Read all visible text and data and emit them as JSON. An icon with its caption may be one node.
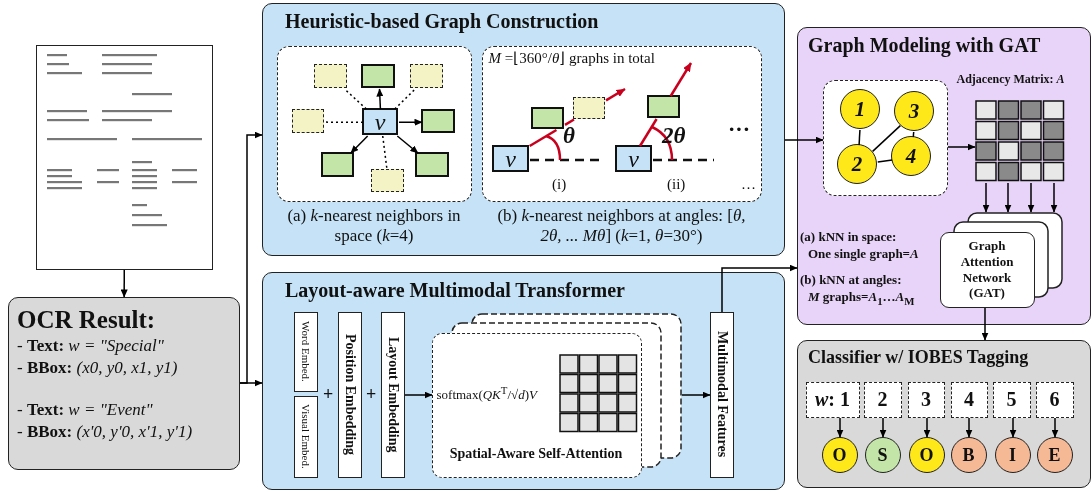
{
  "diagram": {
    "nodes": [
      {
        "text": [],
        "shape": "picture"
      },
      {
        "text": [
          "OCR Result:",
          "- **Text:** *w = \"Special\"*",
          "- **BBox:** *(x0, y0, x1, y1)*",
          "- **Text:** *w = \"Event\"*",
          "- **BBox:** *(x'0, y'0, x'1, y'1)*"
        ]
      },
      {
        "text": [
          "Heuristic-based Graph Construction"
        ]
      },
      {
        "text": [],
        "shape": "box",
        "in": 2,
        "beside": [
          "(a) *k*-nearest neighbors in space (*k*=4)"
        ]
      },
      {
        "text": [],
        "shape": "box",
        "in": 3
      },
      {
        "text": [],
        "shape": "box",
        "in": 3
      },
      {
        "text": [],
        "shape": "box",
        "in": 3
      },
      {
        "text": [],
        "shape": "box",
        "in": 3
      },
      {
        "text": [
          "v"
        ],
        "in": 3
      },
      {
        "text": [],
        "shape": "box",
        "in": 3
      },
      {
        "text": [],
        "shape": "box",
        "in": 3
      },
      {
        "text": [],
        "shape": "box",
        "in": 3
      },
      {
        "text": [],
        "shape": "box",
        "in": 3
      },
      {
        "text": [
          "*M* =⌊360°/*θ*⌋ graphs in total"
        ],
        "in": 2,
        "beside": [
          "(b) *k*-nearest neighbors at angles: [*θ, 2θ, ... Mθ*] (*k*=1, *θ*=30°)"
        ]
      },
      {
        "text": [
          "v"
        ],
        "in": 13
      },
      {
        "text": [],
        "shape": "box",
        "in": 13
      },
      {
        "text": [],
        "shape": "box",
        "in": 13
      },
      {
        "text": [
          "v"
        ],
        "in": 13
      },
      {
        "text": [],
        "shape": "box",
        "in": 13
      },
      {
        "text": [
          "Layout-aware Multimodal Transformer"
        ]
      },
      {
        "text": [
          "Word Embed."
        ],
        "in": 19
      },
      {
        "text": [
          "Visual Embed."
        ],
        "in": 19
      },
      {
        "text": [
          "Position Embedding"
        ],
        "in": 19
      },
      {
        "text": [
          "Layout Embedding"
        ],
        "in": 19
      },
      {
        "text": [
          "softmax(*QK*$^{T}$/√*d*)*V*",
          "Spatial-Aware Self-Attention"
        ],
        "in": 19
      },
      {
        "text": [
          "Multimodal Features"
        ],
        "in": 19
      },
      {
        "text": [
          "Graph Modeling with GAT"
        ]
      },
      {
        "text": [],
        "shape": "box",
        "in": 26
      },
      {
        "text": [
          "1"
        ],
        "in": 27
      },
      {
        "text": [
          "3"
        ],
        "in": 27
      },
      {
        "text": [
          "2"
        ],
        "in": 27
      },
      {
        "text": [
          "4"
        ],
        "in": 27
      },
      {
        "text": [
          "Adjacency Matrix: *A*"
        ],
        "in": 26
      },
      {
        "text": [
          "Graph Attention Network (GAT)"
        ],
        "in": 26
      },
      {
        "text": [
          "Classifier w/ IOBES Tagging"
        ]
      },
      {
        "text": [
          "*w*: 1"
        ],
        "in": 34
      },
      {
        "text": [
          "2"
        ],
        "in": 34
      },
      {
        "text": [
          "3"
        ],
        "in": 34
      },
      {
        "text": [
          "4"
        ],
        "in": 34
      },
      {
        "text": [
          "5"
        ],
        "in": 34
      },
      {
        "text": [
          "6"
        ],
        "in": 34
      },
      {
        "text": [
          "O"
        ],
        "in": 34
      },
      {
        "text": [
          "S"
        ],
        "in": 34
      },
      {
        "text": [
          "O"
        ],
        "in": 34
      },
      {
        "text": [
          "B"
        ],
        "in": 34
      },
      {
        "text": [
          "I"
        ],
        "in": 34
      },
      {
        "text": [
          "E"
        ],
        "in": 34
      }
    ],
    "edges": [
      {
        "from": 0,
        "to": 1,
        "arrow": "to"
      },
      {
        "from": 1,
        "to": 2,
        "arrow": "to"
      },
      {
        "from": 1,
        "to": 19,
        "arrow": "to"
      },
      {
        "from": 8,
        "to": 5,
        "arrow": "to"
      },
      {
        "from": 8,
        "to": 9,
        "arrow": "to"
      },
      {
        "from": 8,
        "to": 10,
        "arrow": "to"
      },
      {
        "from": 8,
        "to": 11,
        "arrow": "to"
      },
      {
        "from": 8,
        "to": 4,
        "arrow": "none",
        "style": "dashed"
      },
      {
        "from": 8,
        "to": 6,
        "arrow": "none",
        "style": "dashed"
      },
      {
        "from": 8,
        "to": 7,
        "arrow": "none",
        "style": "dashed"
      },
      {
        "from": 8,
        "to": 12,
        "arrow": "none",
        "style": "dashed"
      },
      {
        "from": 14,
        "to": 15,
        "arrow": "none",
        "color": "#c8001e"
      },
      {
        "from": 15,
        "to": 16,
        "arrow": "none",
        "color": "#c8001e"
      },
      {
        "from": 16,
        "to": null,
        "arrow": "to",
        "color": "#c8001e"
      },
      {
        "from": 17,
        "to": 18,
        "arrow": "none",
        "color": "#c8001e"
      },
      {
        "from": 18,
        "to": null,
        "arrow": "to",
        "color": "#c8001e"
      },
      {
        "from": 23,
        "to": 24,
        "arrow": "to"
      },
      {
        "from": 24,
        "to": 25,
        "arrow": "to"
      },
      {
        "from": 25,
        "to": 26,
        "arrow": "to"
      },
      {
        "from": 2,
        "to": 27,
        "arrow": "to"
      },
      {
        "from": 28,
        "to": 30,
        "arrow": "none"
      },
      {
        "from": 29,
        "to": 30,
        "arrow": "none"
      },
      {
        "from": 30,
        "to": 31,
        "arrow": "none"
      },
      {
        "from": 29,
        "to": 31,
        "arrow": "none"
      },
      {
        "from": 27,
        "to": 32,
        "arrow": "to"
      },
      {
        "from": 32,
        "to": 33,
        "arrow": "to"
      },
      {
        "from": 32,
        "to": 33,
        "arrow": "to"
      },
      {
        "from": 32,
        "to": 33,
        "arrow": "to"
      },
      {
        "from": 32,
        "to": 33,
        "arrow": "to"
      },
      {
        "from": 33,
        "to": 34,
        "arrow": "to"
      },
      {
        "from": 35,
        "to": 41,
        "arrow": "to"
      },
      {
        "from": 36,
        "to": 42,
        "arrow": "to"
      },
      {
        "from": 37,
        "to": 43,
        "arrow": "to"
      },
      {
        "from": 38,
        "to": 44,
        "arrow": "to"
      },
      {
        "from": 39,
        "to": 45,
        "arrow": "to"
      },
      {
        "from": 40,
        "to": 46,
        "arrow": "to"
      }
    ],
    "labels": [
      "θ",
      "2θ",
      "···",
      "(i)",
      "(ii)",
      "…",
      "+",
      "+",
      "(a) kNN in space:",
      "One single graph=*A*",
      "(b) kNN at angles:",
      "*M* graphs=*A*$_{1}$…*A*$_{M}$"
    ]
  }
}
